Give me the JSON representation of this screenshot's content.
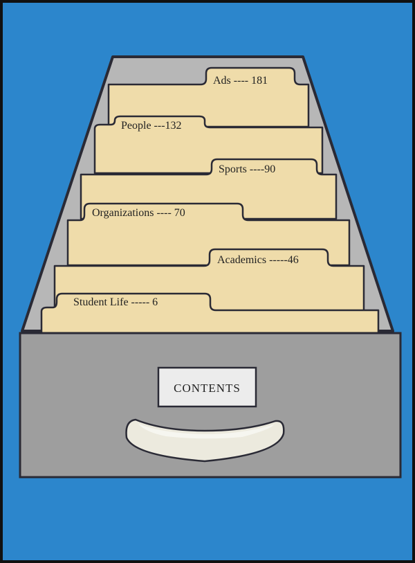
{
  "colors": {
    "background": "#2c86cc",
    "drawer_gray": "#9e9e9e",
    "drawer_inner": "#b7b7b7",
    "card": "#efdcaa",
    "outline": "#2a2a35",
    "handle": "#eceade",
    "label_plate": "#ececec"
  },
  "label": {
    "text": "CONTENTS"
  },
  "tabs": [
    {
      "text": "Ads ---- 181",
      "icon": "file-tab"
    },
    {
      "text": "People ---132",
      "icon": "file-tab"
    },
    {
      "text": "Sports ----90",
      "icon": "file-tab"
    },
    {
      "text": "Organizations ---- 70",
      "icon": "file-tab"
    },
    {
      "text": "Academics -----46",
      "icon": "file-tab"
    },
    {
      "text": "Student Life ----- 6",
      "icon": "file-tab"
    }
  ]
}
